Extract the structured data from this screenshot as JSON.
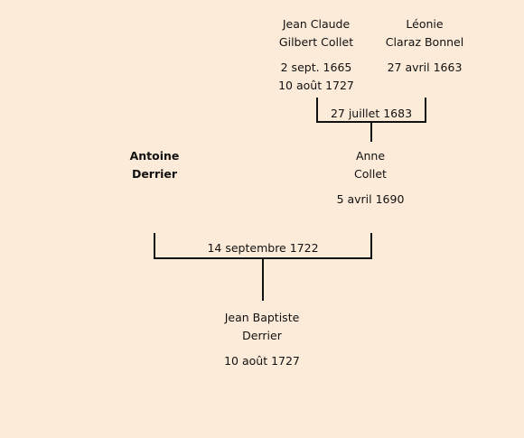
{
  "father_of_anne": {
    "name_line1": "Jean Claude",
    "name_line2": "Gilbert Collet",
    "birth": "2 sept. 1665",
    "death": "10 août 1727"
  },
  "mother_of_anne": {
    "name_line1": "Léonie",
    "name_line2": "Claraz Bonnel",
    "birth": "27 avril 1663"
  },
  "marriage_parents_of_anne": "27 juillet 1683",
  "antoine": {
    "name_line1": "Antoine",
    "name_line2": "Derrier"
  },
  "anne": {
    "name_line1": "Anne",
    "name_line2": "Collet",
    "birth": "5 avril 1690"
  },
  "marriage_antoine_anne": "14 septembre 1722",
  "child": {
    "name_line1": "Jean Baptiste",
    "name_line2": "Derrier",
    "date": "10 août 1727"
  }
}
